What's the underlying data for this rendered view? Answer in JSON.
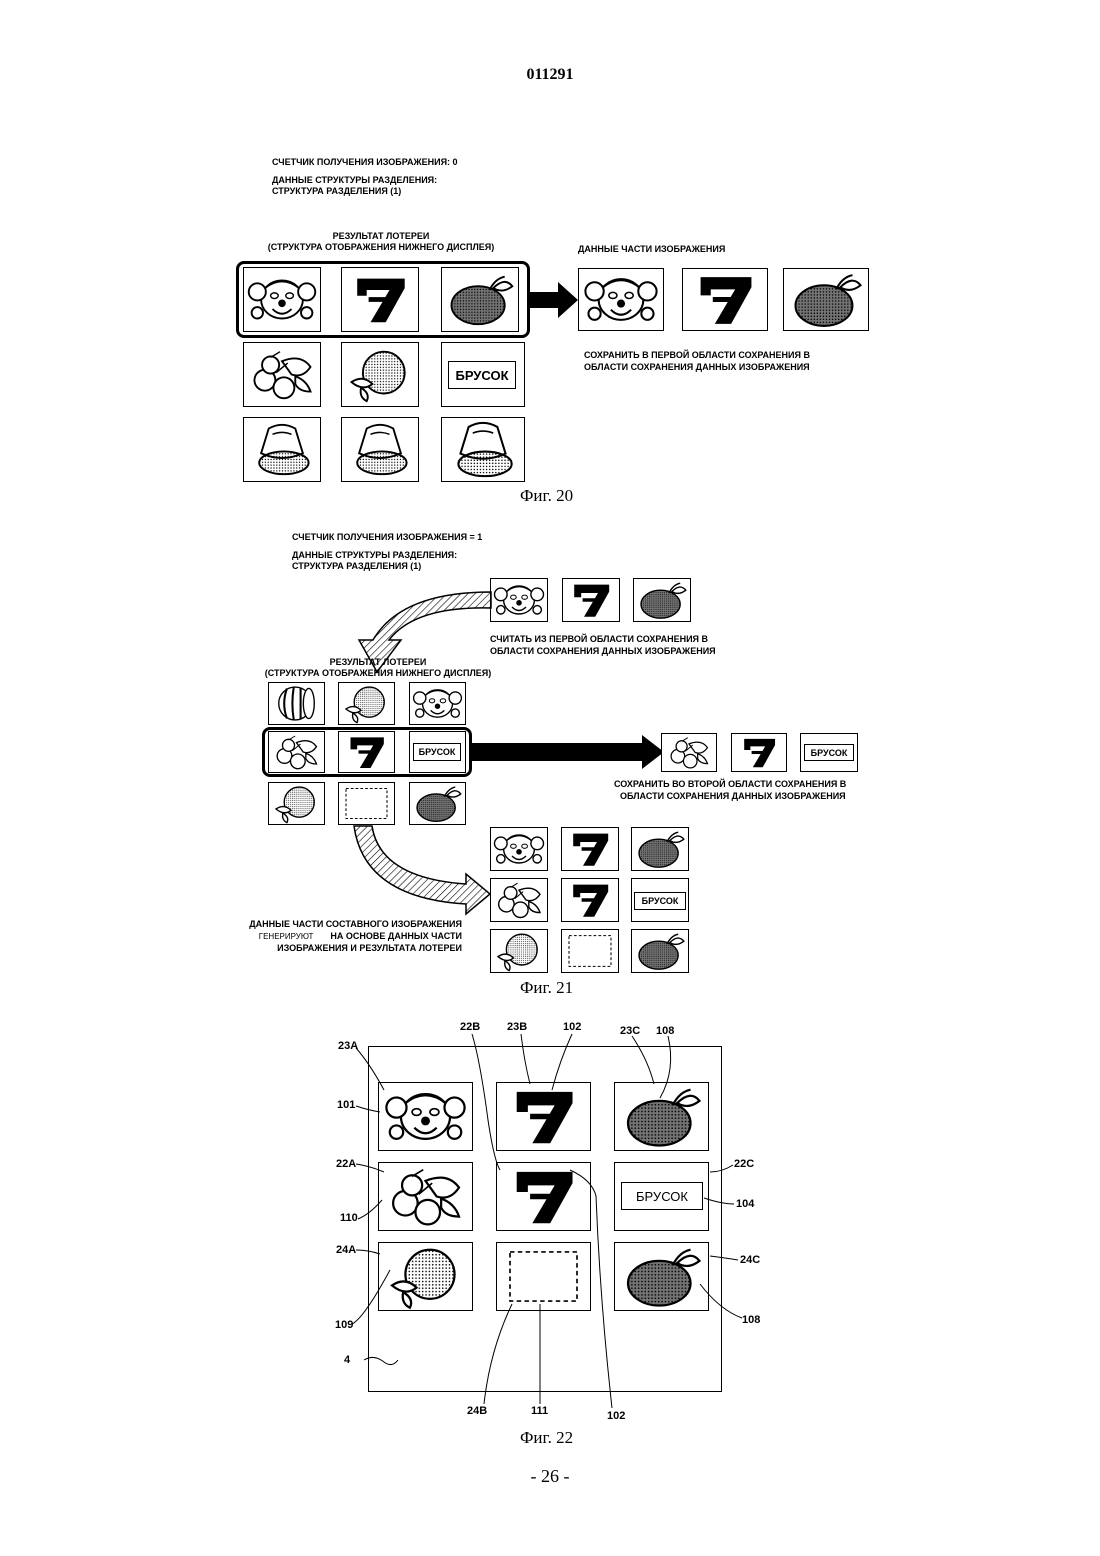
{
  "header": {
    "doc_number": "011291"
  },
  "footer": {
    "page_number": "- 26 -"
  },
  "fig20": {
    "caption": "Фиг. 20",
    "counter": "СЧЕТЧИК ПОЛУЧЕНИЯ ИЗОБРАЖЕНИЯ: 0",
    "struct_line1": "ДАННЫЕ СТРУКТУРЫ РАЗДЕЛЕНИЯ:",
    "struct_line2": "СТРУКТУРА РАЗДЕЛЕНИЯ (1)",
    "lottery_line1": "РЕЗУЛЬТАТ ЛОТЕРЕИ",
    "lottery_line2": "(СТРУКТУРА ОТОБРАЖЕНИЯ НИЖНЕГО ДИСПЛЕЯ)",
    "part_data": "ДАННЫЕ ЧАСТИ ИЗОБРАЖЕНИЯ",
    "save_line1": "СОХРАНИТЬ В ПЕРВОЙ ОБЛАСТИ СОХРАНЕНИЯ В",
    "save_line2": "ОБЛАСТИ СОХРАНЕНИЯ ДАННЫХ ИЗОБРАЖЕНИЯ",
    "bar_text": "БРУСОК"
  },
  "fig21": {
    "caption": "Фиг. 21",
    "counter": "СЧЕТЧИК ПОЛУЧЕНИЯ ИЗОБРАЖЕНИЯ = 1",
    "struct_line1": "ДАННЫЕ СТРУКТУРЫ РАЗДЕЛЕНИЯ:",
    "struct_line2": "СТРУКТУРА РАЗДЕЛЕНИЯ (1)",
    "read_line1": "СЧИТАТЬ ИЗ ПЕРВОЙ ОБЛАСТИ СОХРАНЕНИЯ В",
    "read_line2": "ОБЛАСТИ СОХРАНЕНИЯ ДАННЫХ ИЗОБРАЖЕНИЯ",
    "lottery_line1": "РЕЗУЛЬТАТ ЛОТЕРЕИ",
    "lottery_line2": "(СТРУКТУРА ОТОБРАЖЕНИЯ НИЖНЕГО ДИСПЛЕЯ)",
    "save_line1": "СОХРАНИТЬ ВО ВТОРОЙ ОБЛАСТИ СОХРАНЕНИЯ В",
    "save_line2": "ОБЛАСТИ СОХРАНЕНИЯ ДАННЫХ ИЗОБРАЖЕНИЯ",
    "comp_line1": "ДАННЫЕ ЧАСТИ СОСТАВНОГО ИЗОБРАЖЕНИЯ",
    "comp_line2a": "ГЕНЕРИРУЮТ",
    "comp_line2b": "НА ОСНОВЕ ДАННЫХ ЧАСТИ",
    "comp_line3": "ИЗОБРАЖЕНИЯ И РЕЗУЛЬТАТА ЛОТЕРЕИ",
    "bar_text": "БРУСОК"
  },
  "fig22": {
    "caption": "Фиг. 22",
    "bar_text": "БРУСОК",
    "refs": {
      "r22B": "22B",
      "r23B": "23B",
      "r102a": "102",
      "r23C": "23C",
      "r108a": "108",
      "r23A": "23A",
      "r101": "101",
      "r22A": "22A",
      "r22C": "22C",
      "r104": "104",
      "r110": "110",
      "r24A": "24A",
      "r24C": "24C",
      "r108b": "108",
      "r109": "109",
      "r4": "4",
      "r24B": "24B",
      "r111": "111",
      "r102b": "102"
    }
  }
}
